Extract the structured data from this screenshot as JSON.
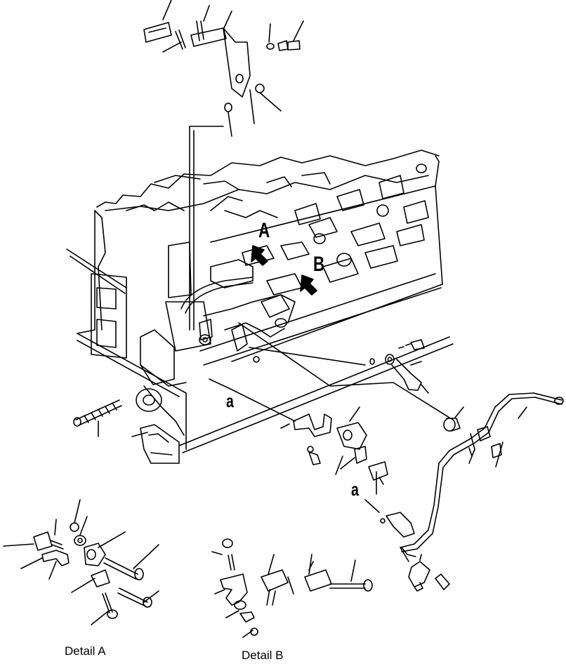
{
  "figure": {
    "labels": {
      "view_a": "A",
      "view_b": "B",
      "connection_a_upper": "a",
      "connection_a_lower": "a"
    },
    "captions": {
      "detail_a": "Detail A",
      "detail_b": "Detail B"
    },
    "colors": {
      "ink": "#000000",
      "paper": "#ffffff"
    }
  }
}
